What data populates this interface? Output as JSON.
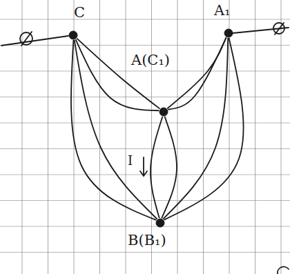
{
  "diagram": {
    "nodes": [
      {
        "text": [
          "C"
        ]
      },
      {
        "text": [
          "A₁"
        ]
      },
      {
        "text": [
          "A(C₁)"
        ]
      },
      {
        "text": [
          "B(B₁)"
        ]
      }
    ],
    "edges": [
      {
        "from": 0,
        "to": 2,
        "arrow": "none"
      },
      {
        "from": 0,
        "to": 2,
        "arrow": "none"
      },
      {
        "from": 1,
        "to": 2,
        "arrow": "none"
      },
      {
        "from": 1,
        "to": 2,
        "arrow": "none"
      },
      {
        "from": 2,
        "to": 3,
        "arrow": "none"
      },
      {
        "from": 2,
        "to": 3,
        "arrow": "none"
      },
      {
        "from": 0,
        "to": 3,
        "arrow": "none"
      },
      {
        "from": 0,
        "to": 3,
        "arrow": "none"
      },
      {
        "from": 1,
        "to": 3,
        "arrow": "none"
      },
      {
        "from": 1,
        "to": 3,
        "arrow": "none"
      }
    ],
    "labels": [
      "I"
    ]
  }
}
